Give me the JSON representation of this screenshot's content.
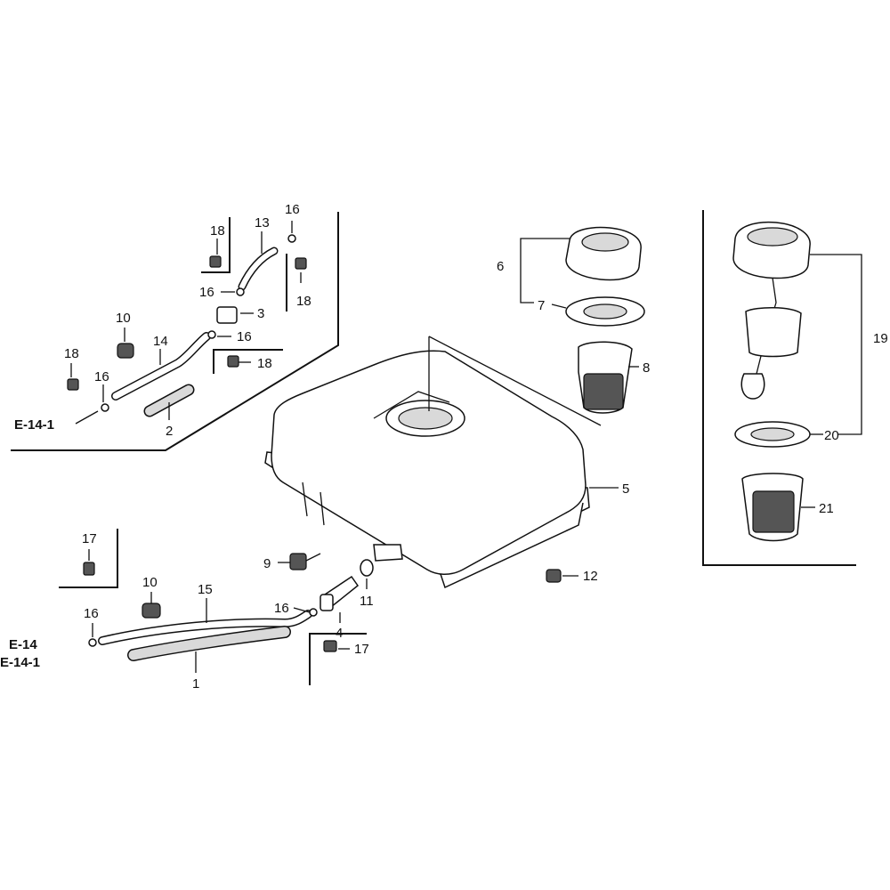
{
  "part_numbers": {
    "p1": "1",
    "p2": "2",
    "p3": "3",
    "p4": "4",
    "p5": "5",
    "p6": "6",
    "p7": "7",
    "p8": "8",
    "p9": "9",
    "p10": "10",
    "p11": "11",
    "p12": "12",
    "p13": "13",
    "p14": "14",
    "p15": "15",
    "p16": "16",
    "p17": "17",
    "p18": "18",
    "p19": "19",
    "p20": "20",
    "p21": "21"
  },
  "references": {
    "e14": "E-14",
    "e14_1": "E-14-1"
  },
  "colors": {
    "line": "#111111",
    "background": "#ffffff",
    "shade": "#d9d9d9"
  }
}
